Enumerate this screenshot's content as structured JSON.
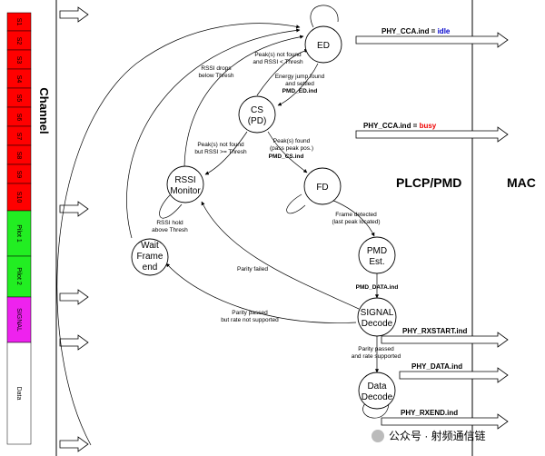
{
  "colors": {
    "s_band": "#ff0000",
    "pilot_band": "#22ee22",
    "signal_band": "#ee22ee",
    "data_band": "#ffffff",
    "idle": "#0000cc",
    "busy": "#ee0000"
  },
  "strip": {
    "channel_label": "Channel",
    "segments": [
      "S1",
      "S2",
      "S3",
      "S4",
      "S5",
      "S6",
      "S7",
      "S8",
      "S9",
      "S10",
      "Pilot 1",
      "Pilot 2",
      "SIGNAL",
      "Data"
    ]
  },
  "regions": {
    "plcp": "PLCP/PMD",
    "mac": "MAC"
  },
  "nodes": {
    "ed": "ED",
    "cs": [
      "CS",
      "(PD)"
    ],
    "fd": "FD",
    "rssi": [
      "RSSI",
      "Monitor"
    ],
    "wait": [
      "Wait",
      "Frame",
      "end"
    ],
    "pmd": [
      "PMD",
      "Est."
    ],
    "signal": [
      "SIGNAL",
      "Decode"
    ],
    "data": [
      "Data",
      "Decode"
    ]
  },
  "edges": {
    "peaks_not_found_low": [
      "Peak(s) not found",
      "and RSSI < Thresh"
    ],
    "energy_jump": [
      "Energy jump found",
      "and settled"
    ],
    "energy_jump_signal": "PMD_ED.ind",
    "rssi_drops": [
      "RSSI drops",
      "below Thresh"
    ],
    "peaks_not_found_high": [
      "Peak(s) not found",
      "but RSSI >= Thresh"
    ],
    "peaks_found": [
      "Peak(s) found",
      "(pass peak pos.)"
    ],
    "peaks_found_signal": "PMD_CS.ind",
    "rssi_hold": [
      "RSSI hold",
      "above Thresh"
    ],
    "frame_detected": [
      "Frame detected",
      "(last peak located)"
    ],
    "pmd_data_signal": "PMD_DATA.ind",
    "parity_failed": "Parity failed",
    "parity_passed_unsupported": [
      "Parity passed",
      "but rate not supported"
    ],
    "parity_passed_supported": [
      "Parity passed",
      "and rate supported"
    ]
  },
  "mac_signals": {
    "idle_prefix": "PHY_CCA.ind = ",
    "idle_value": "idle",
    "busy_prefix": "PHY_CCA.ind = ",
    "busy_value": "busy",
    "rxstart": "PHY_RXSTART.ind",
    "data": "PHY_DATA.ind",
    "rxend": "PHY_RXEND.ind"
  },
  "watermark": "公众号 · 射频通信链"
}
